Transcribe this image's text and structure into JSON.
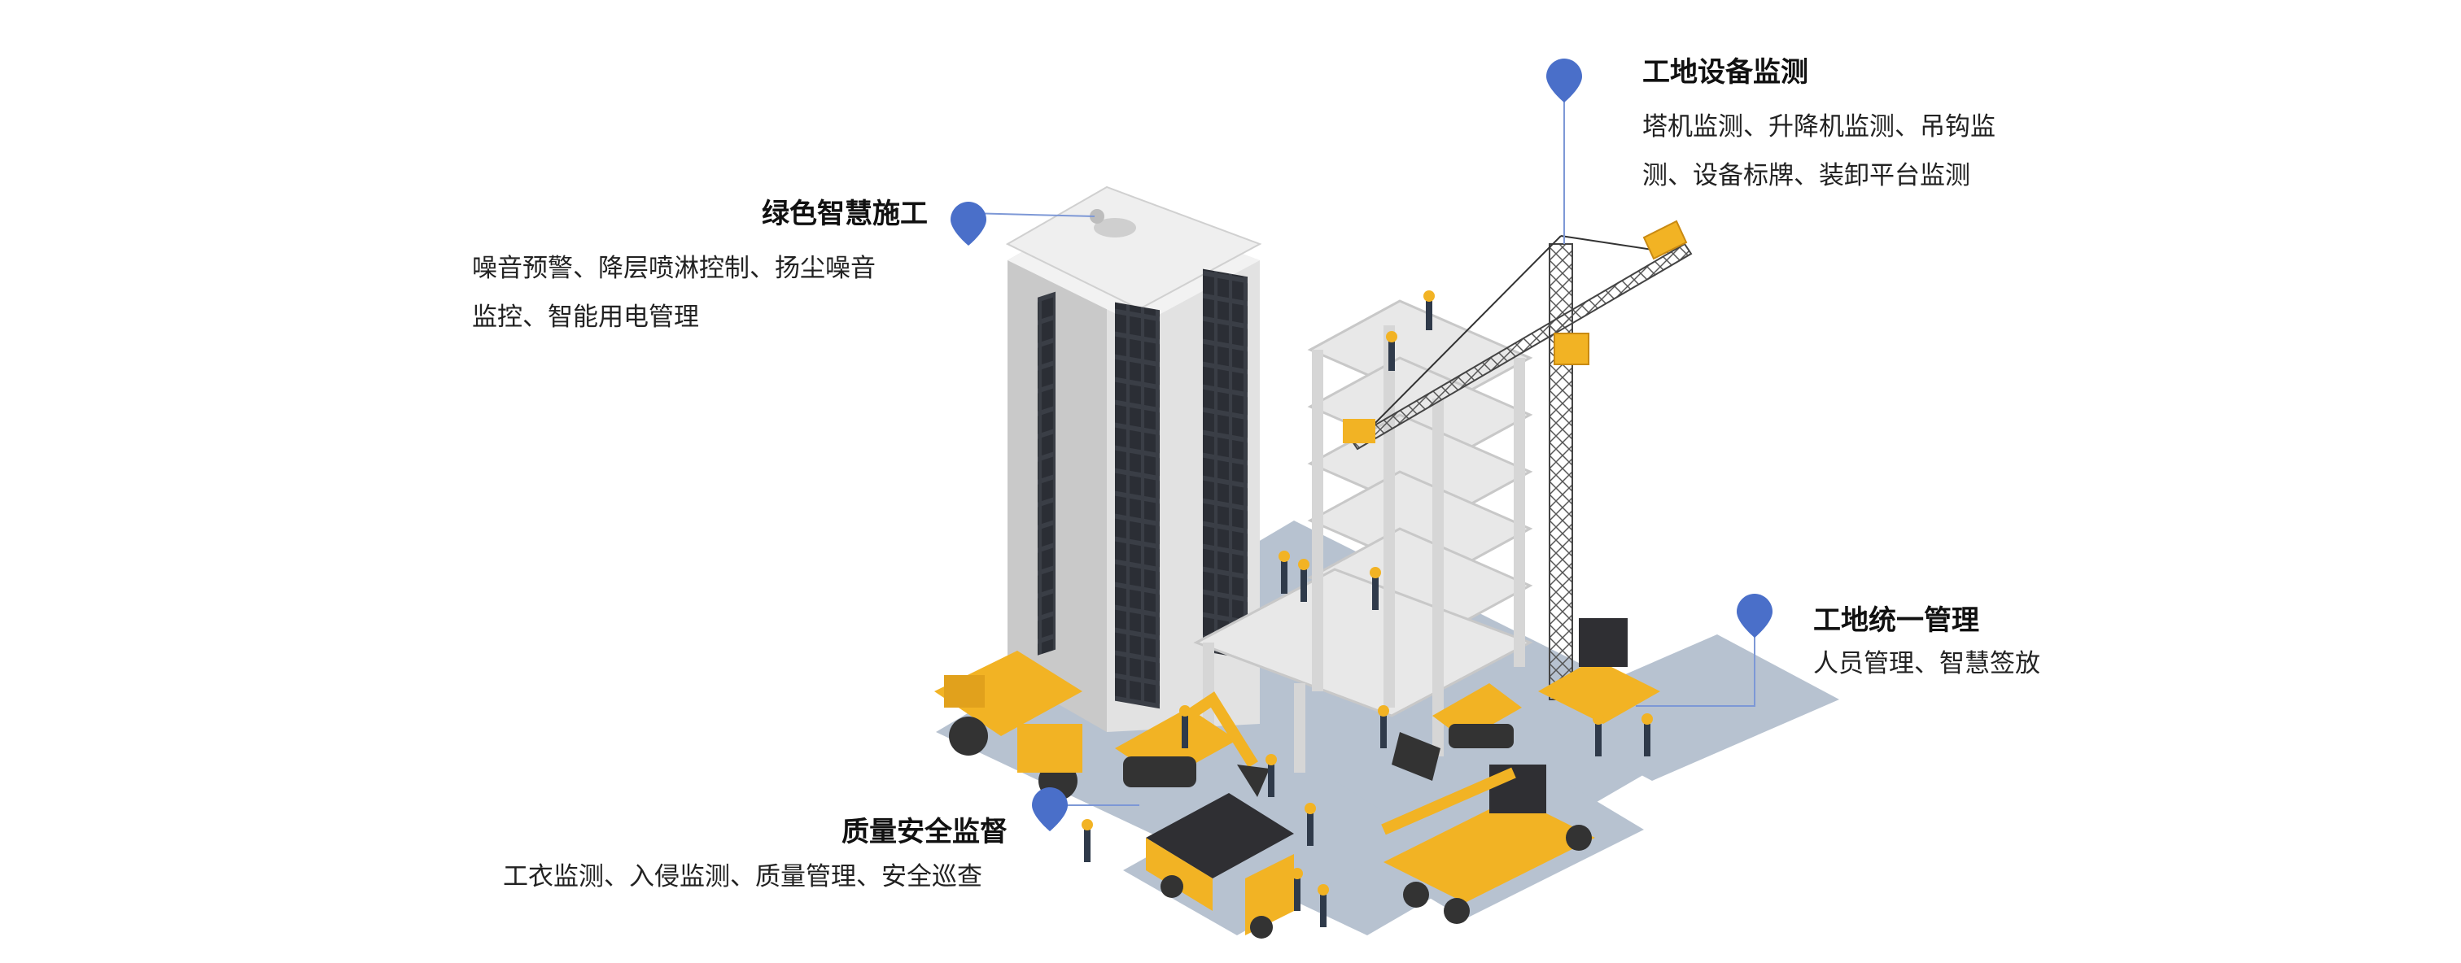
{
  "callouts": {
    "green": {
      "title": "绿色智慧施工",
      "lines": [
        "噪音预警、降层喷淋控制、扬尘噪音",
        "监控、智能用电管理"
      ]
    },
    "device": {
      "title": "工地设备监测",
      "lines": [
        "塔机监测、升降机监测、吊钩监",
        "测、设备标牌、装卸平台监测"
      ]
    },
    "unified": {
      "title": "工地统一管理",
      "lines": [
        "人员管理、智慧签放"
      ]
    },
    "quality": {
      "title": "质量安全监督",
      "lines": [
        "工衣监测、入侵监测、质量管理、安全巡查"
      ]
    }
  },
  "colors": {
    "pin": "#4a6fc9",
    "leader": "#7d98d6",
    "ground": "#b6c1cf",
    "machine": "#f2b324",
    "machine_dark": "#c98a12",
    "building": "#d8d8d8",
    "window": "#2c2f36"
  },
  "icons": [
    "location-pin-icon"
  ]
}
